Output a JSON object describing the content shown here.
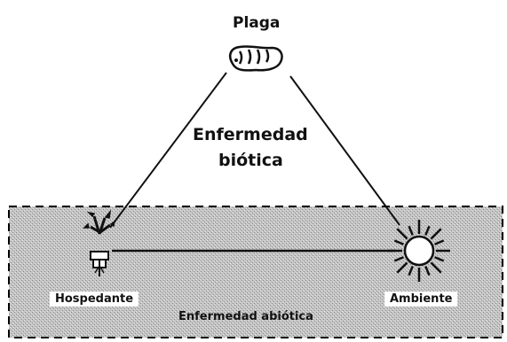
{
  "nodes": {
    "pest": {
      "label": "Plaga",
      "icon": "larva-icon"
    },
    "host": {
      "label": "Hospedante",
      "icon": "plant-icon"
    },
    "environment": {
      "label": "Ambiente",
      "icon": "sun-icon"
    }
  },
  "biotic_label_line1": "Enfermedad",
  "biotic_label_line2": "biótica",
  "abiotic_label": "Enfermedad abiótica",
  "colors": {
    "ink": "#111111",
    "region_fill": "#b8b8b8",
    "region_border": "#000000"
  }
}
